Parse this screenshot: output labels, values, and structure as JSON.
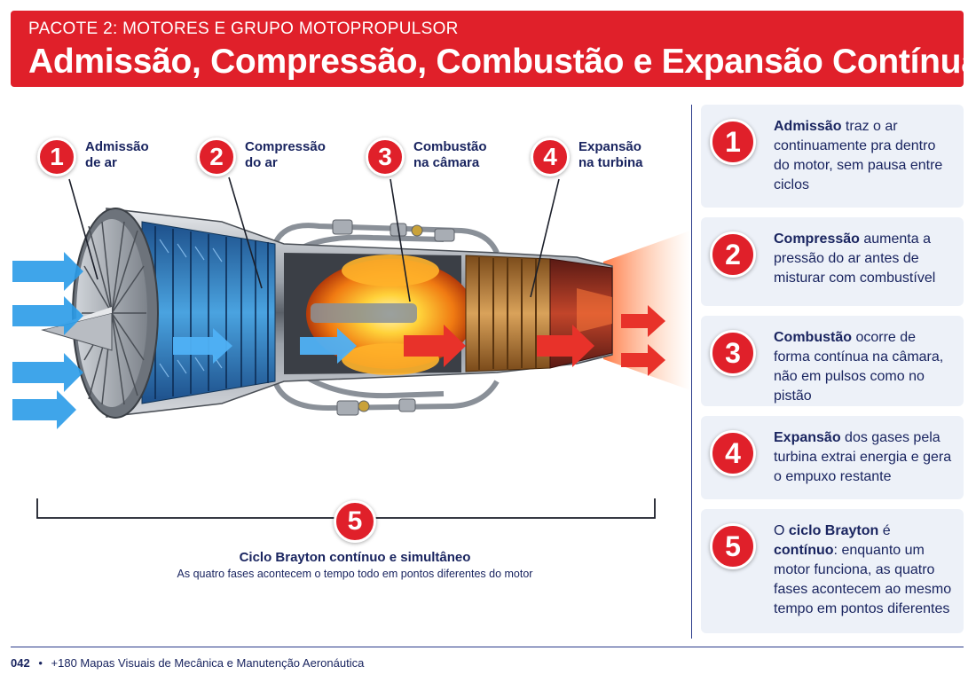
{
  "header": {
    "kicker": "PACOTE 2: MOTORES E GRUPO MOTOPROPULSOR",
    "title": "Admissão, Compressão, Combustão e Expansão Contínuas"
  },
  "diagram": {
    "callouts": [
      {
        "num": "1",
        "line1": "Admissão",
        "line2": "de ar"
      },
      {
        "num": "2",
        "line1": "Compressão",
        "line2": "do ar"
      },
      {
        "num": "3",
        "line1": "Combustão",
        "line2": "na câmara"
      },
      {
        "num": "4",
        "line1": "Expansão",
        "line2": "na turbina"
      }
    ],
    "cycle": {
      "num": "5",
      "title": "Ciclo Brayton contínuo e simultâneo",
      "subtitle": "As quatro fases acontecem o tempo todo em pontos diferentes do motor"
    }
  },
  "panels": [
    {
      "num": "1",
      "bold": "Admissão",
      "rest": " traz o ar continuamente pra dentro do motor, sem pausa entre ciclos"
    },
    {
      "num": "2",
      "bold": "Compressão",
      "rest": " aumenta a pressão do ar antes de misturar com combustível"
    },
    {
      "num": "3",
      "bold": "Combustão",
      "rest": " ocorre de forma contínua na câmara, não em pulsos como no pistão"
    },
    {
      "num": "4",
      "bold": "Expansão",
      "rest": " dos gases pela turbina extrai energia e gera o empuxo restante"
    },
    {
      "num": "5",
      "pre": "O ",
      "bold": "ciclo Brayton",
      "mid": " é ",
      "bold2": "contínuo",
      "rest": ": enquanto um motor funciona, as quatro fases acontecem ao mesmo tempo em pontos diferentes"
    }
  ],
  "footer": {
    "page": "042",
    "sep": "•",
    "book": "+180 Mapas Visuais de Mecânica e Manutenção Aeronáutica"
  },
  "colors": {
    "brand_red": "#e0202a",
    "navy": "#1a2560",
    "panel_bg": "#edf1f8",
    "air_blue": "#2a9be8",
    "flame": "#f7a21b"
  },
  "icons": [
    "intake-arrow-icon",
    "flow-arrow-icon",
    "exhaust-arrow-icon",
    "bracket-icon"
  ]
}
